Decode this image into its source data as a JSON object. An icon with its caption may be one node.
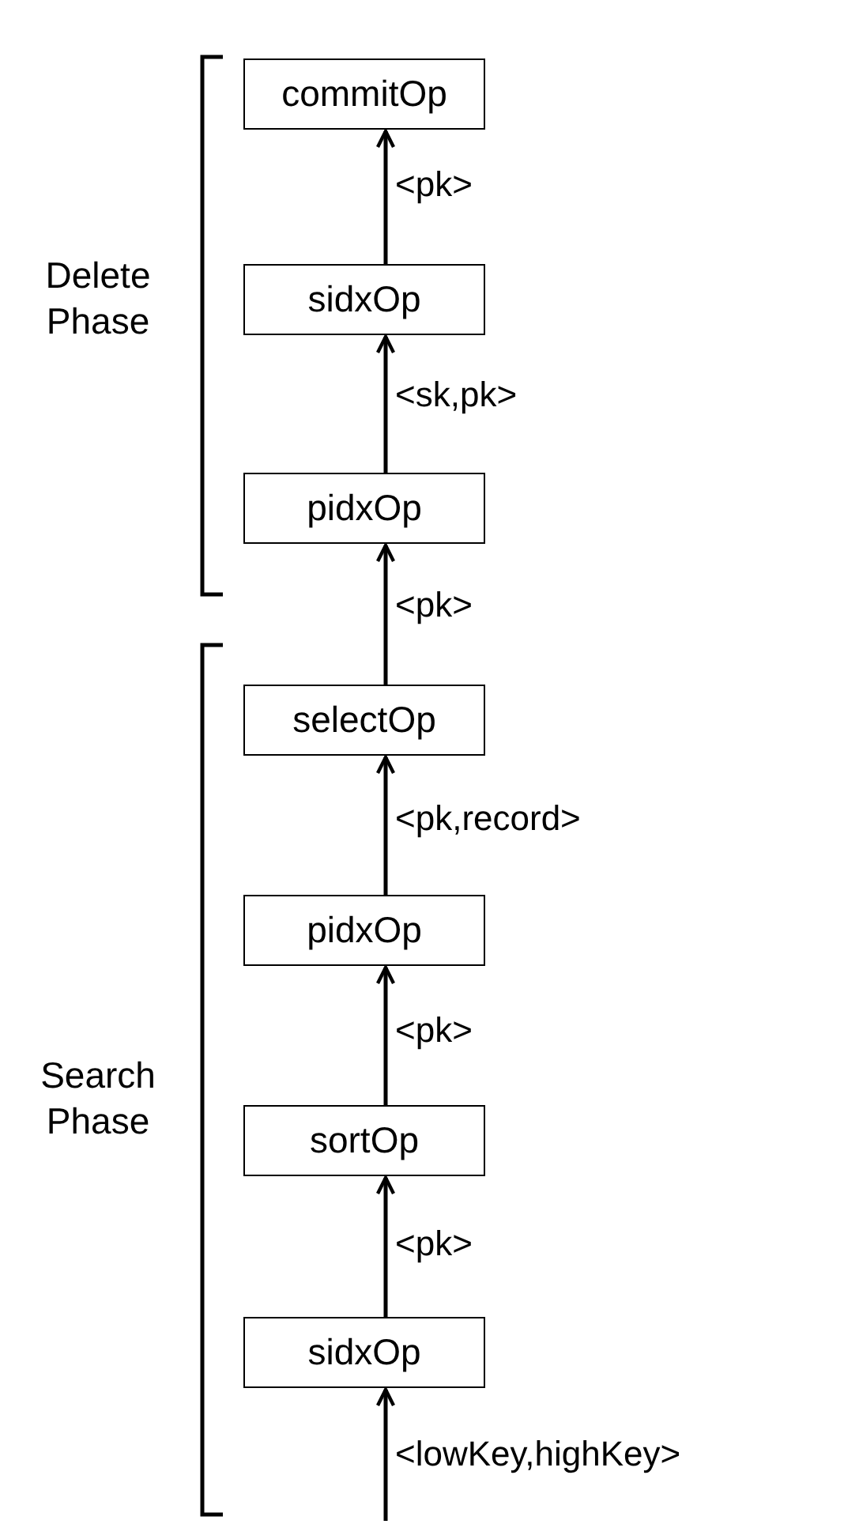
{
  "diagram": {
    "nodes": [
      {
        "text": [
          "commitOp"
        ]
      },
      {
        "text": [
          "sidxOp"
        ]
      },
      {
        "text": [
          "pidxOp"
        ]
      },
      {
        "text": [
          "selectOp"
        ]
      },
      {
        "text": [
          "pidxOp"
        ]
      },
      {
        "text": [
          "sortOp"
        ]
      },
      {
        "text": [
          "sidxOp"
        ]
      }
    ],
    "edges": [
      {
        "from": 1,
        "to": 0,
        "arrow": "to",
        "label": "<pk>"
      },
      {
        "from": 2,
        "to": 1,
        "arrow": "to",
        "label": "<sk,pk>"
      },
      {
        "from": 3,
        "to": 2,
        "arrow": "to",
        "label": "<pk>"
      },
      {
        "from": 4,
        "to": 3,
        "arrow": "to",
        "label": "<pk,record>"
      },
      {
        "from": 5,
        "to": 4,
        "arrow": "to",
        "label": "<pk>"
      },
      {
        "from": 6,
        "to": 5,
        "arrow": "to",
        "label": "<pk>"
      },
      {
        "from": null,
        "to": 6,
        "arrow": "to",
        "label": "<lowKey,highKey>"
      }
    ],
    "labels": [
      "Delete Phase",
      "Search Phase"
    ]
  }
}
